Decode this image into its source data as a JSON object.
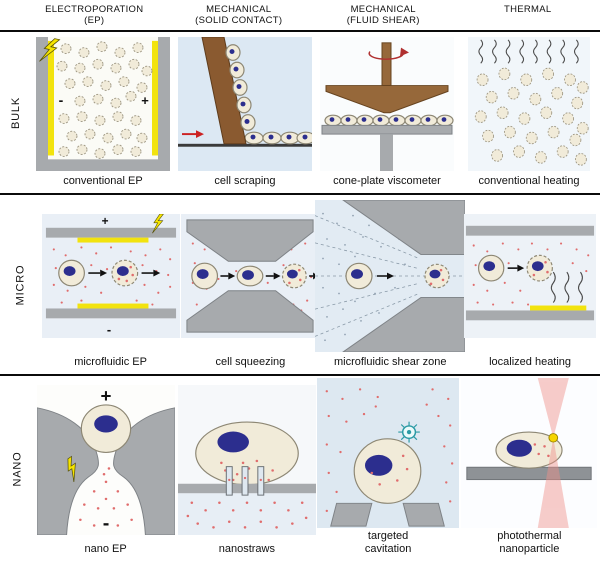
{
  "header": {
    "columns": [
      {
        "line1": "ELECTROPORATION",
        "line2": "(EP)"
      },
      {
        "line1": "MECHANICAL",
        "line2": "(SOLID CONTACT)"
      },
      {
        "line1": "MECHANICAL",
        "line2": "(FLUID SHEAR)"
      },
      {
        "line1": "THERMAL",
        "line2": ""
      }
    ]
  },
  "rows": [
    {
      "label": "BULK",
      "captions": [
        "conventional EP",
        "cell scraping",
        "cone-plate viscometer",
        "conventional heating"
      ]
    },
    {
      "label": "MICRO",
      "captions": [
        "microfluidic EP",
        "cell squeezing",
        "microfluidic shear zone",
        "localized heating"
      ]
    },
    {
      "label": "NANO",
      "captions": [
        "nano EP",
        "nanostraws",
        "targeted cavitation",
        "photothermal nanoparticle"
      ]
    }
  ],
  "annotations": {
    "plus": "+",
    "minus": "-"
  },
  "palette": {
    "electrode_yellow": "#f2e30e",
    "structure_gray": "#a7aaad",
    "scraper_brown": "#8a5a30",
    "cell_cream": "#f1ebd9",
    "nucleus_navy": "#2c2e8e",
    "molecule_pink": "#e06d6d",
    "laser_pink": "#f0908a",
    "cavitation_teal": "#2a9aa4",
    "arrow_red": "#cc2222"
  }
}
